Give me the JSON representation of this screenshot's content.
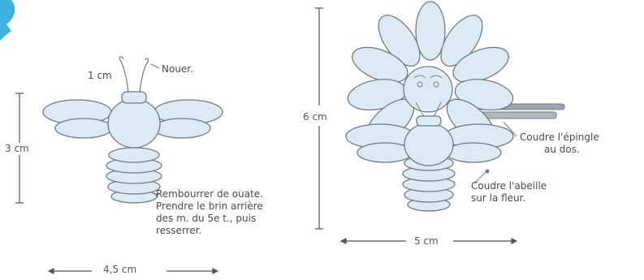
{
  "left_bee": {
    "antenna_length": "1 cm",
    "knot_note": "Nouer.",
    "height_dim": "3 cm",
    "width_dim": "4,5 cm",
    "stuffing_note": [
      "Rembourrer de ouate.",
      "Prendre le brin arrière",
      "des m. du 5e t., puis",
      "resserrer."
    ]
  },
  "flower_pin": {
    "height_dim": "6 cm",
    "width_dim": "5 cm",
    "pin_note": [
      "Coudre l'épingle",
      "au dos."
    ],
    "bee_note": [
      "Coudre l'abeille",
      "sur la fleur."
    ]
  },
  "colors": {
    "fill": "#dde9f3",
    "outline": "#6f7c86",
    "pin": "#9ea4a8",
    "corner_mark": "#1aa5d8"
  }
}
